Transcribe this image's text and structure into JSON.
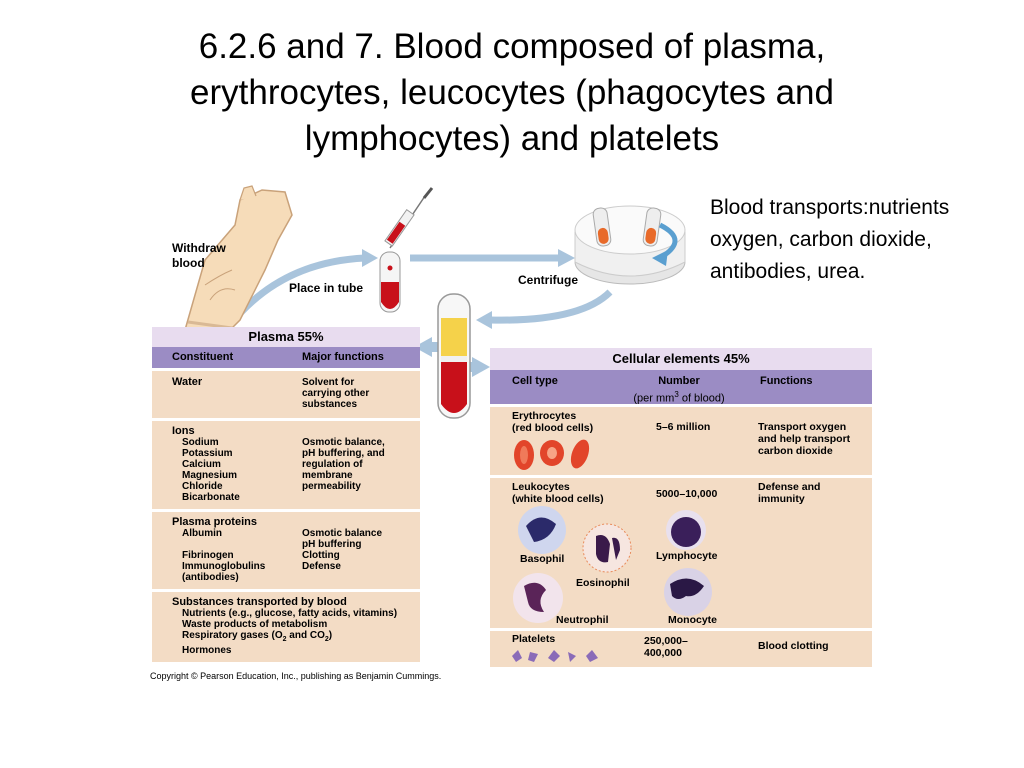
{
  "title": {
    "line1": "6.2.6 and 7.  Blood composed of plasma,",
    "line2": "erythrocytes, leucocytes (phagocytes and",
    "line3": "lymphocytes) and platelets"
  },
  "side_note": {
    "line1": "Blood transports:nutrients",
    "line2": "oxygen, carbon dioxide,",
    "line3": "antibodies, urea."
  },
  "diagram_labels": {
    "withdraw_1": "Withdraw",
    "withdraw_2": "blood",
    "place_in_tube": "Place in tube",
    "centrifuge": "Centrifuge"
  },
  "plasma": {
    "header": "Plasma 55%",
    "col1": "Constituent",
    "col2": "Major functions",
    "water": {
      "name": "Water",
      "f1": "Solvent for",
      "f2": "carrying other",
      "f3": "substances"
    },
    "ions": {
      "name": "Ions",
      "items": [
        "Sodium",
        "Potassium",
        "Calcium",
        "Magnesium",
        "Chloride",
        "Bicarbonate"
      ],
      "functions": [
        "Osmotic balance,",
        "pH buffering, and",
        "regulation of",
        "membrane",
        "permeability"
      ]
    },
    "proteins": {
      "name": "Plasma proteins",
      "items": [
        "Albumin",
        "",
        "Fibrinogen",
        "Immunoglobulins",
        "(antibodies)"
      ],
      "functions": [
        "Osmotic balance",
        "pH buffering",
        "Clotting",
        "Defense"
      ]
    },
    "substances": {
      "name": "Substances transported by blood",
      "items": [
        "Nutrients (e.g., glucose, fatty acids, vitamins)",
        "Waste products of metabolism",
        "Respiratory gases (O",
        "Hormones"
      ],
      "gas_o2": "O",
      "gas_sub": "2",
      "gas_and": " and CO",
      "gas_close": ")"
    }
  },
  "cellular": {
    "header": "Cellular elements 45%",
    "col1": "Cell type",
    "col2a": "Number",
    "col2b": "(per mm",
    "col2c": "3",
    "col2d": " of blood)",
    "col3": "Functions",
    "erythro": {
      "n1": "Erythrocytes",
      "n2": "(red blood cells)",
      "number": "5–6 million",
      "f1": "Transport oxygen",
      "f2": "and help transport",
      "f3": "carbon dioxide"
    },
    "leuko": {
      "n1": "Leukocytes",
      "n2": "(white blood cells)",
      "number": "5000–10,000",
      "f1": "Defense and",
      "f2": "immunity",
      "basophil": "Basophil",
      "lymphocyte": "Lymphocyte",
      "eosinophil": "Eosinophil",
      "neutrophil": "Neutrophil",
      "monocyte": "Monocyte"
    },
    "platelets": {
      "name": "Platelets",
      "number1": "250,000–",
      "number2": "400,000",
      "function": "Blood clotting"
    }
  },
  "copyright": "Copyright © Pearson Education, Inc., publishing as Benjamin Cummings.",
  "colors": {
    "plasma_bg": "#f3dcc5",
    "header_purple": "#9b8cc4",
    "header_light": "#e8dcef",
    "blood_red": "#c8101a",
    "plasma_yellow": "#f5d24a",
    "arrow_blue": "#a9c4dc"
  }
}
